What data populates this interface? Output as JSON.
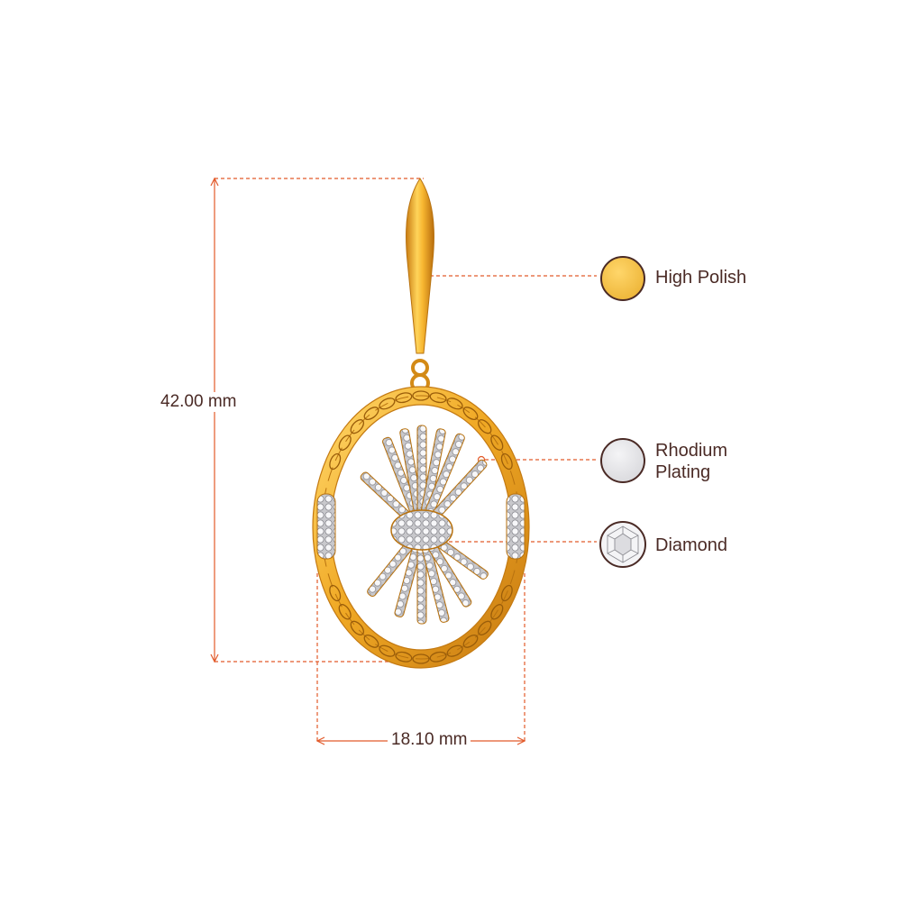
{
  "dimensions": {
    "height_label": "42.00 mm",
    "width_label": "18.10 mm"
  },
  "finishes": [
    {
      "label": "High Polish",
      "color": "#f1bd3d"
    },
    {
      "label": "Rhodium\nPlating",
      "color": "#e4e4e6"
    },
    {
      "label": "Diamond",
      "color": "#f2f2f4"
    }
  ],
  "colors": {
    "accent": "#e25a2a",
    "text": "#4a2a25",
    "gold": "#f0a925",
    "gold_dark": "#c97c12",
    "silver": "#d9d9dd"
  },
  "icons": [
    "earring-image",
    "diamond-icon"
  ]
}
